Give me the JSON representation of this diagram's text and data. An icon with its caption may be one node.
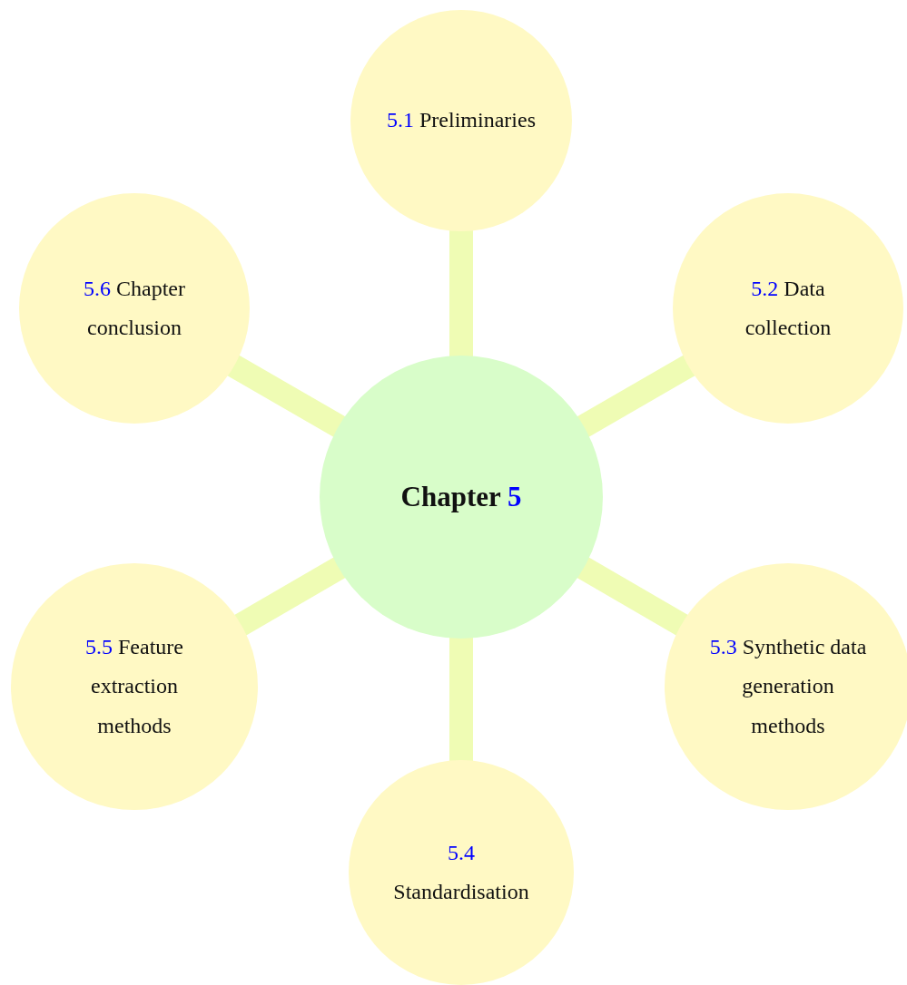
{
  "diagram": {
    "nodes": [
      {
        "text": [
          "Chapter 5"
        ]
      },
      {
        "text": [
          "5.1 Preliminaries"
        ]
      },
      {
        "text": [
          "5.2 Data collection"
        ]
      },
      {
        "text": [
          "5.3 Synthetic data generation methods"
        ]
      },
      {
        "text": [
          "5.4 Standardisation"
        ]
      },
      {
        "text": [
          "5.5 Feature extraction methods"
        ]
      },
      {
        "text": [
          "5.6 Chapter conclusion"
        ]
      }
    ],
    "edges": [
      {
        "from": 0,
        "to": 1,
        "arrow": "none"
      },
      {
        "from": 0,
        "to": 2,
        "arrow": "none"
      },
      {
        "from": 0,
        "to": 3,
        "arrow": "none"
      },
      {
        "from": 0,
        "to": 4,
        "arrow": "none"
      },
      {
        "from": 0,
        "to": 5,
        "arrow": "none"
      },
      {
        "from": 0,
        "to": 6,
        "arrow": "none"
      }
    ]
  }
}
